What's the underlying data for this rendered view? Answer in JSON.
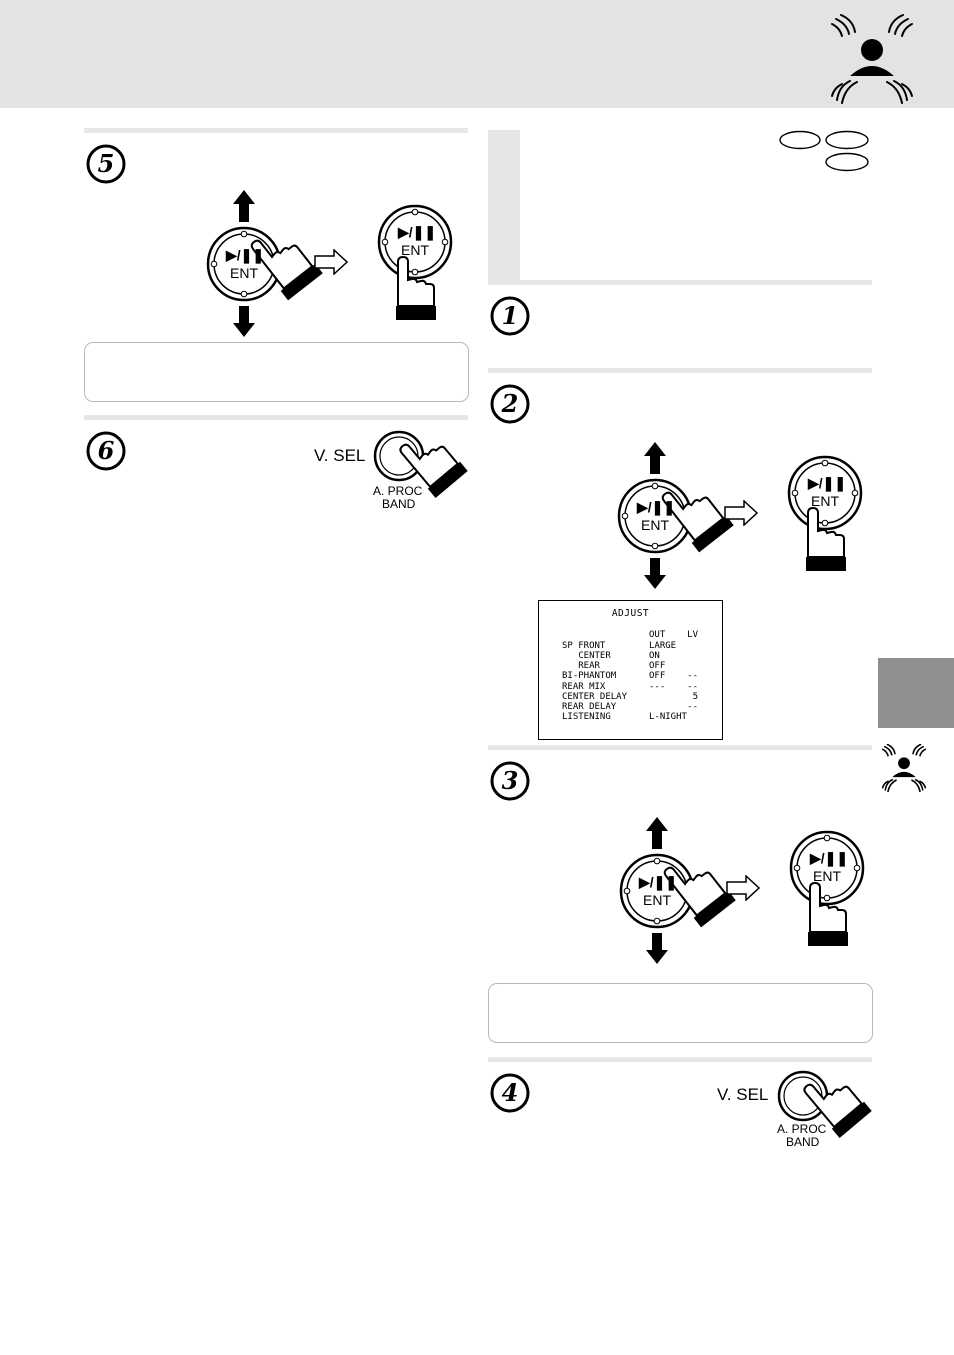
{
  "page": {
    "header_icon": "listener-speakers-icon",
    "side_icon": "listener-speakers-icon"
  },
  "steps": [
    {
      "number": "5",
      "controller": {
        "button_label": "▶/❚❚",
        "ent_label": "ENT"
      }
    },
    {
      "number": "6",
      "vsel_label": "V. SEL",
      "aproc_label": "A. PROC",
      "band_label": "BAND"
    },
    {
      "number": "1"
    },
    {
      "number": "2",
      "controller": {
        "button_label": "▶/❚❚",
        "ent_label": "ENT"
      }
    },
    {
      "number": "3",
      "controller": {
        "button_label": "▶/❚❚",
        "ent_label": "ENT"
      }
    },
    {
      "number": "4",
      "vsel_label": "V. SEL",
      "aproc_label": "A. PROC",
      "band_label": "BAND"
    }
  ],
  "osd": {
    "title": "ADJUST",
    "header": {
      "out": "OUT",
      "lv": "LV"
    },
    "rows": [
      {
        "name": "SP FRONT",
        "out": "LARGE",
        "lv": ""
      },
      {
        "name": "   CENTER",
        "out": "ON",
        "lv": ""
      },
      {
        "name": "   REAR",
        "out": "OFF",
        "lv": ""
      },
      {
        "name": "BI-PHANTOM",
        "out": "OFF",
        "lv": "--"
      },
      {
        "name": "REAR MIX",
        "out": "---",
        "lv": "--"
      },
      {
        "name": "CENTER DELAY",
        "out": "",
        "lv": "5"
      },
      {
        "name": "REAR DELAY",
        "out": "",
        "lv": "--"
      },
      {
        "name": "LISTENING",
        "out": "L-NIGHT",
        "lv": ""
      }
    ]
  }
}
